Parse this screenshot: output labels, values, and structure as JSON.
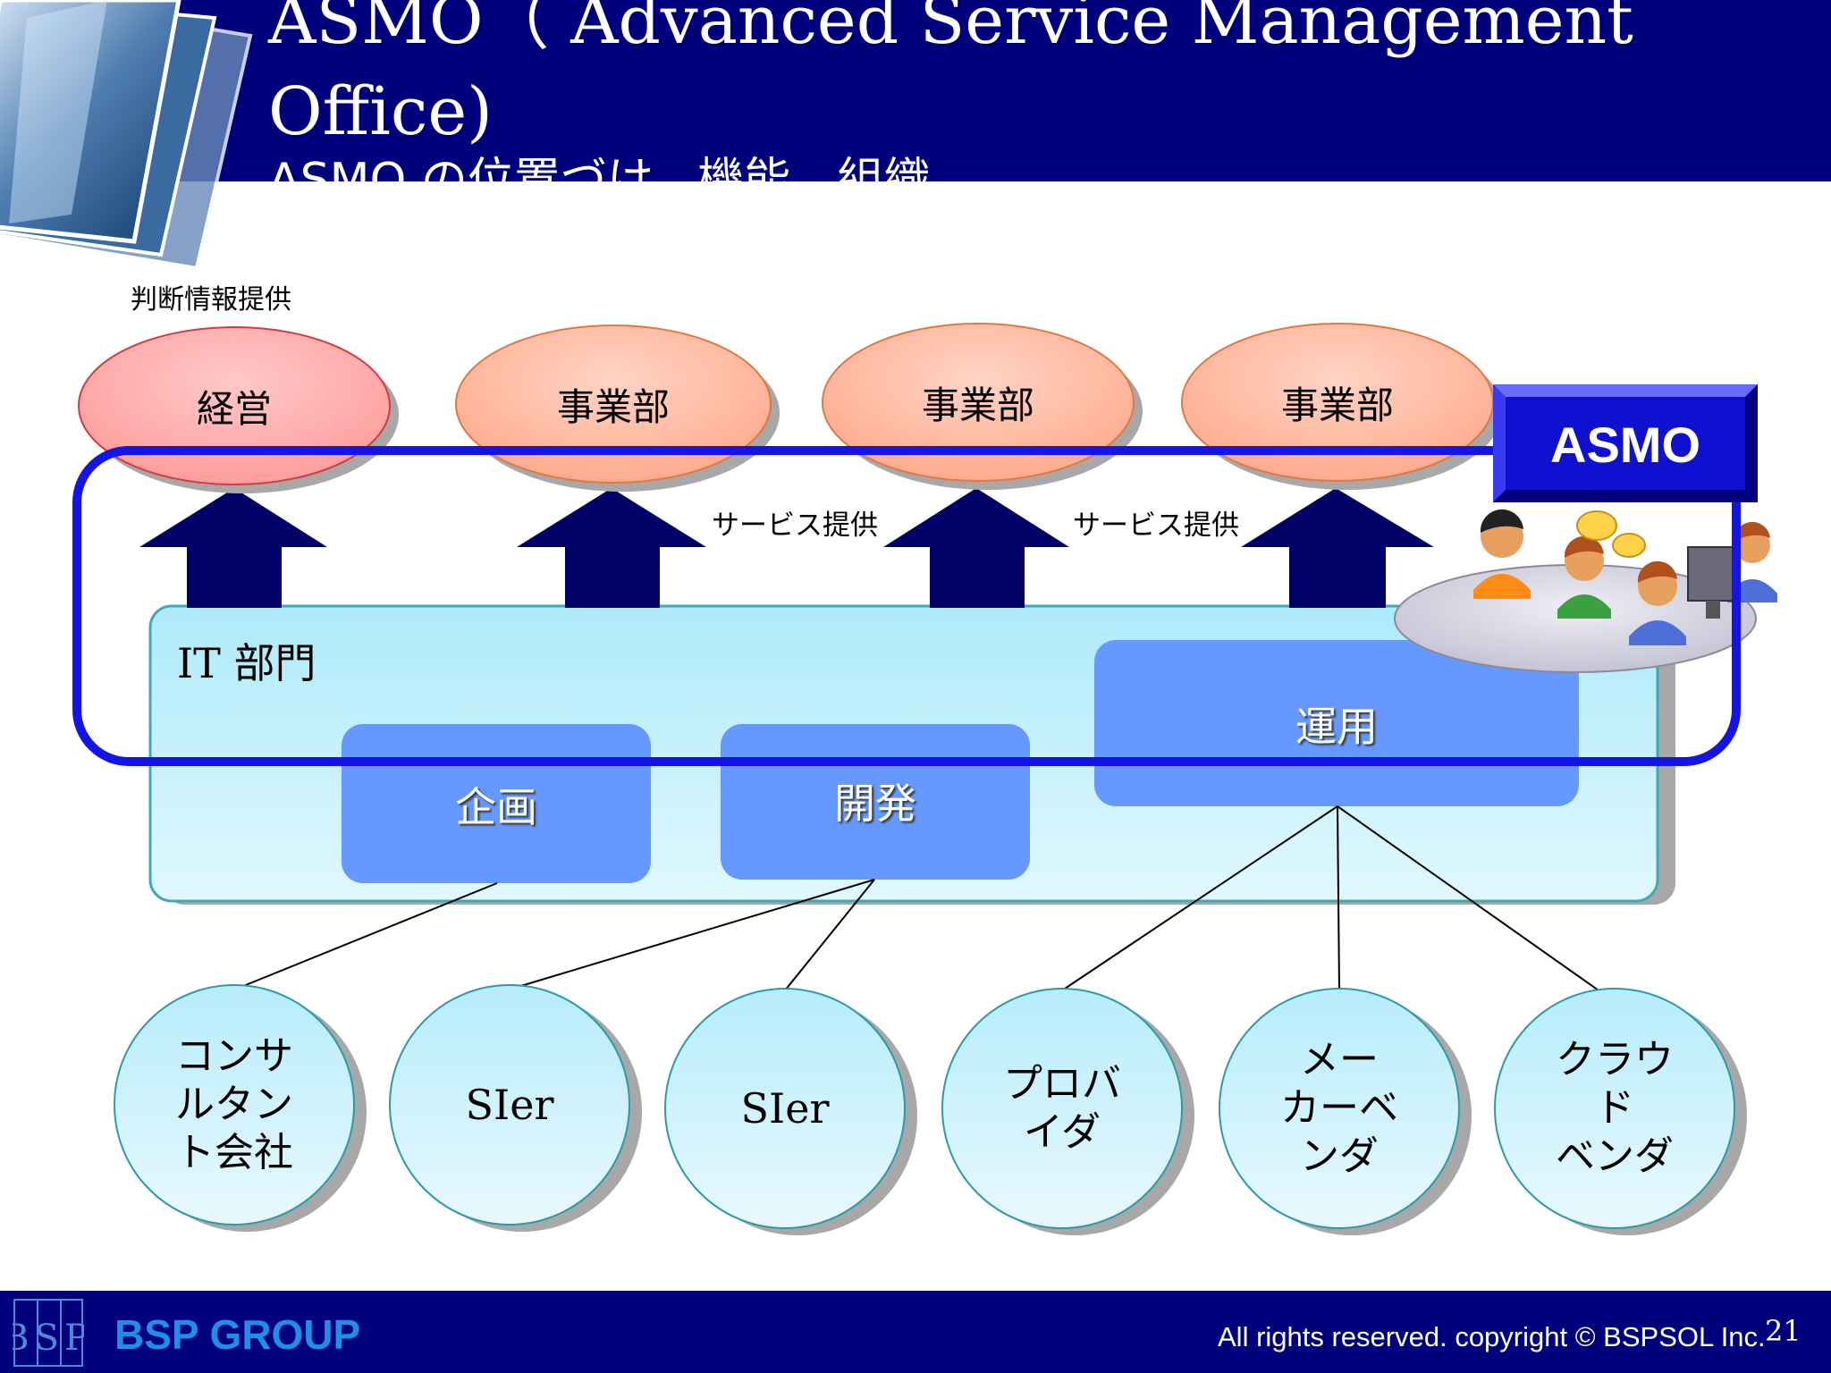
{
  "header": {
    "title_line1": "ASMO（ Advanced Service Management",
    "title_line2": "Office)",
    "subtitle": "ASMO の位置づけ、機能，組織"
  },
  "diagram": {
    "info_label": "判断情報提供",
    "top_nodes": [
      "経営",
      "事業部",
      "事業部",
      "事業部"
    ],
    "service_labels": [
      "サービス提供",
      "サービス提供"
    ],
    "asmo_label": "ASMO",
    "it_department": "IT 部門",
    "it_functions": [
      "企画",
      "開発",
      "運用"
    ],
    "vendors": [
      "コンサ\nルタン\nト会社",
      "SIer",
      "SIer",
      "プロバ\nイダ",
      "メー\nカーベ\nンダ",
      "クラウ\nド\nベンダ"
    ]
  },
  "footer": {
    "brand": "BSP GROUP",
    "logo_text": "BSP",
    "copyright": "All rights reserved. copyright © BSPSOL Inc.",
    "page_number": "21"
  },
  "colors": {
    "header_bg": "#00007c",
    "accent_blue": "#1414e6",
    "it_box": "#b8ecfa",
    "function_box": "#6699ff",
    "brand_text": "#1e8ee6"
  }
}
